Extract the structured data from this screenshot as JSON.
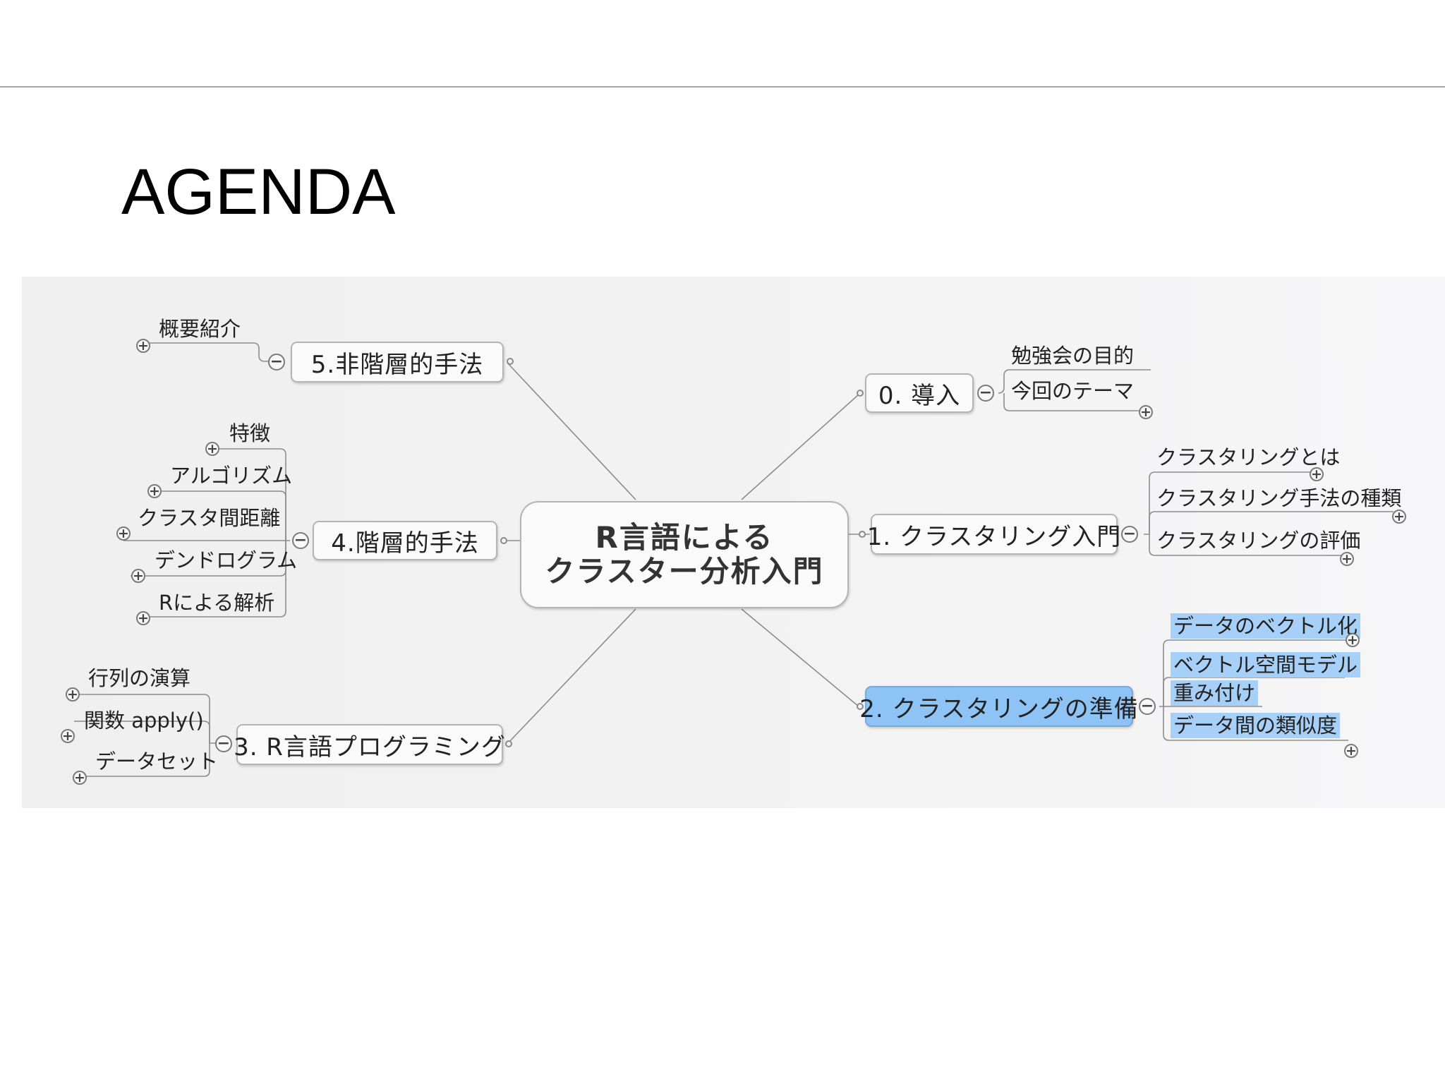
{
  "slide": {
    "title": "AGENDA"
  },
  "mindmap": {
    "center": {
      "line1": "R言語による",
      "line2": "クラスター分析入門"
    },
    "branches": {
      "b0": {
        "label": "0. 導入",
        "items": [
          "勉強会の目的",
          "今回のテーマ"
        ]
      },
      "b1": {
        "label": "1. クラスタリング入門",
        "items": [
          "クラスタリングとは",
          "クラスタリング手法の種類",
          "クラスタリングの評価"
        ]
      },
      "b2": {
        "label": "2. クラスタリングの準備",
        "items": [
          "データのベクトル化",
          "ベクトル空間モデル",
          "重み付け",
          "データ間の類似度"
        ],
        "selected": true
      },
      "b3": {
        "label": "3. R言語プログラミング",
        "items": [
          "行列の演算",
          "関数 apply()",
          "データセット"
        ]
      },
      "b4": {
        "label": "4.階層的手法",
        "items": [
          "特徴",
          "アルゴリズム",
          "クラスタ間距離",
          "デンドログラム",
          "Rによる解析"
        ]
      },
      "b5": {
        "label": "5.非階層的手法",
        "items": [
          "概要紹介"
        ]
      }
    },
    "toggle_glyphs": {
      "expand": "+",
      "collapse": "−"
    },
    "colors": {
      "selected_fill": "#8ec3f5",
      "highlight_fill": "#a7d0f8",
      "line": "#8c8c8c"
    }
  }
}
